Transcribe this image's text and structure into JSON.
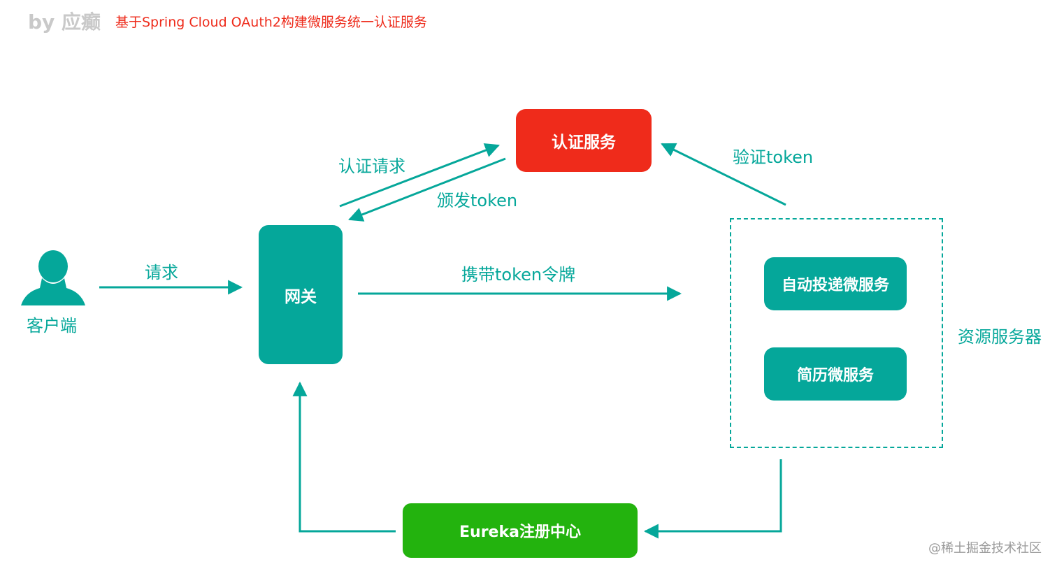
{
  "header": {
    "author": "by 应癫",
    "title": "基于Spring Cloud OAuth2构建微服务统一认证服务"
  },
  "nodes": {
    "client": "客户端",
    "gateway": "网关",
    "auth_service": "认证服务",
    "auto_delivery_service": "自动投递微服务",
    "resume_service": "简历微服务",
    "resource_server": "资源服务器",
    "eureka": "Eureka注册中心"
  },
  "edges": {
    "request": "请求",
    "auth_request": "认证请求",
    "issue_token": "颁发token",
    "verify_token": "验证token",
    "carry_token": "携带token令牌"
  },
  "watermark": "@稀土掘金技术社区",
  "colors": {
    "teal": "#05a79a",
    "red": "#ef2b1b",
    "green": "#23b30e",
    "title_red": "#ee2b1b",
    "author_gray": "#c9c9c9"
  }
}
